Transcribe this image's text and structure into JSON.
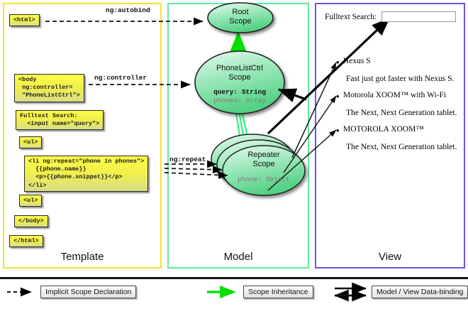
{
  "columns": [
    {
      "id": "template",
      "label": "Template",
      "border_color": "#f2e234"
    },
    {
      "id": "model",
      "label": "Model",
      "border_color": "#63e8a2"
    },
    {
      "id": "view",
      "label": "View",
      "border_color": "#6a57e0"
    }
  ],
  "template": {
    "boxes": [
      {
        "name": "html-open-tag-box",
        "text": "<html>"
      },
      {
        "name": "body-controller-box",
        "text": "<body\n ng:controller=\n \"PhoneListCtrl\">"
      },
      {
        "name": "fulltext-search-box",
        "text": "Fulltext Search:\n  <input name=\"query\">"
      },
      {
        "name": "ul-open-tag-box",
        "text": "<ul>"
      },
      {
        "name": "li-repeat-box",
        "text": "<li ng:repeat=\"phone in phones\">\n  {{phone.name}}\n  <p>{{phone.snippet}}</p>\n</li>"
      },
      {
        "name": "ul-close-tag-box",
        "text": "<ul>"
      },
      {
        "name": "body-close-tag-box",
        "text": "</body>"
      },
      {
        "name": "html-close-tag-box",
        "text": "</html>"
      }
    ]
  },
  "connector_labels": [
    {
      "name": "ng-autobind-label",
      "text": "ng:autobind"
    },
    {
      "name": "ng-controller-label",
      "text": "ng:controller"
    },
    {
      "name": "ng-repeat-label",
      "text": "ng:repeat"
    }
  ],
  "model": {
    "scopes": [
      {
        "name": "root-scope",
        "title_line1": "Root",
        "title_line2": "Scope",
        "properties": []
      },
      {
        "name": "phonelistctrl-scope",
        "title_line1": "PhoneListCtrl",
        "title_line2": "Scope",
        "properties": [
          {
            "text": "query: String",
            "emphasis": "strong"
          },
          {
            "text": "phones: Array",
            "emphasis": "dim"
          }
        ]
      },
      {
        "name": "repeater-scope",
        "title_line1": "Repeater",
        "title_line2": "Scope",
        "properties": [
          {
            "text": "phone: Object",
            "emphasis": "dim"
          }
        ]
      }
    ],
    "ellipse_fill_light": "#d9f5e2",
    "ellipse_fill_dark": "#5fd98c"
  },
  "view": {
    "search_label": "Fulltext Search:",
    "search_input_value": "",
    "search_input_placeholder": "",
    "phones": [
      {
        "name": "Nexus S",
        "snippet": "Fast just got faster with Nexus S."
      },
      {
        "name": "Motorola XOOM™  with Wi-Fi",
        "snippet": "The Next, Next Generation tablet."
      },
      {
        "name": "MOTOROLA XOOM™",
        "snippet": "The Next, Next Generation tablet."
      }
    ]
  },
  "legend": [
    {
      "name": "legend-implicit-scope-declaration",
      "label": "Implicit Scope Declaration",
      "arrow": "dashed-black"
    },
    {
      "name": "legend-scope-inheritance",
      "label": "Scope Inheritance",
      "arrow": "solid-green"
    },
    {
      "name": "legend-model-view-data-binding",
      "label": "Model / View Data-binding",
      "arrow": "double-black"
    }
  ],
  "colors": {
    "template_border": "#f2e234",
    "model_border": "#63e8a2",
    "view_border": "#6a57e0",
    "code_box_fill": "#f7f44a",
    "inheritance_arrow": "#00e000"
  }
}
